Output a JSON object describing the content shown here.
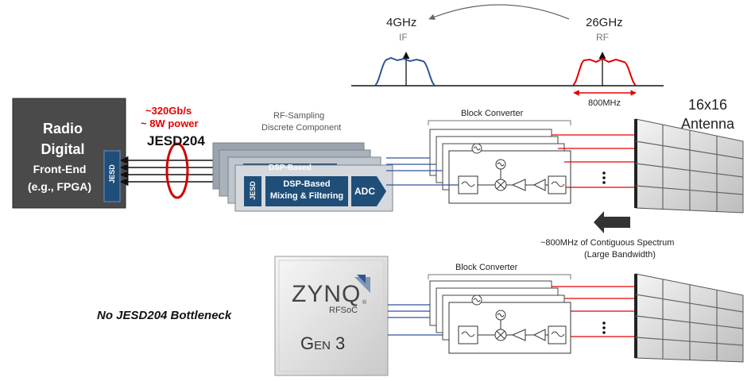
{
  "spectrum": {
    "if_freq": "4GHz",
    "if_label": "IF",
    "rf_freq": "26GHz",
    "rf_label": "RF",
    "bandwidth": "800MHz"
  },
  "radio_dfe": {
    "line1": "Radio",
    "line2": "Digital",
    "line3": "Front-End",
    "line4": "(e.g., FPGA)",
    "jesd_tag": "JESD"
  },
  "link": {
    "rate": "~320Gb/s",
    "power": "~ 8W power",
    "name": "JESD204"
  },
  "rf_sampling": {
    "title_line1": "RF-Sampling",
    "title_line2": "Discrete Component",
    "back_dsp": "DSP-Based",
    "jesd_tag": "JESD",
    "dsp_line1": "DSP-Based",
    "dsp_line2": "Mixing & Filtering",
    "adc": "ADC"
  },
  "block_converter_top": {
    "title": "Block Converter"
  },
  "block_converter_bottom": {
    "title": "Block Converter"
  },
  "antenna": {
    "line1": "16x16",
    "line2": "Antenna"
  },
  "spectrum_note": {
    "line1": "~800MHz of Contiguous Spectrum",
    "line2": "(Large Bandwidth)"
  },
  "zynq": {
    "brand": "ZYNQ",
    "registered": "®",
    "sub": "RFSoC",
    "gen": "Gen 3"
  },
  "bottleneck_note": "No JESD204 Bottleneck",
  "colors": {
    "if_trace": "#2f5597",
    "rf_trace": "#e60000",
    "jesd_oval": "#d00000",
    "rate_text": "#e60000",
    "dfe_box": "#4a4a4a",
    "jesd_box": "#1f4e79",
    "adc_box": "#1f4e79"
  }
}
